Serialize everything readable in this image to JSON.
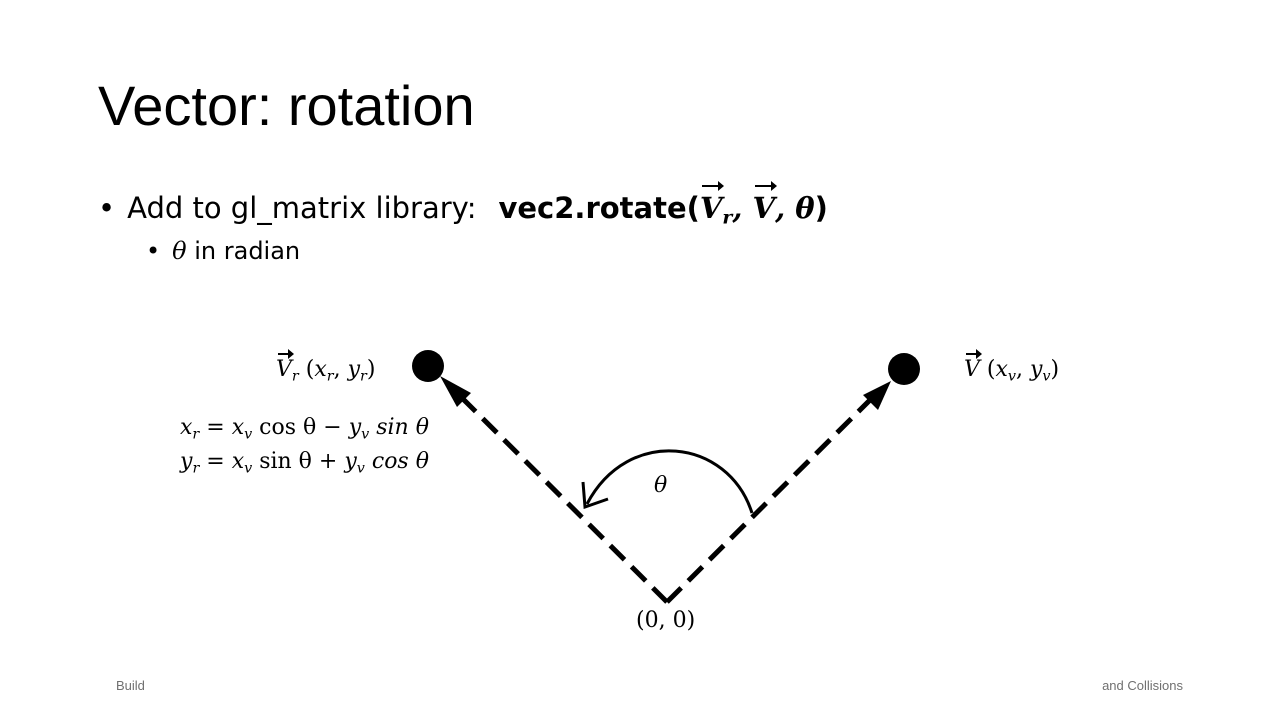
{
  "slide": {
    "title": "Vector: rotation",
    "bullets": {
      "b1_text": "Add to gl_matrix library:",
      "b1_call_prefix": "vec2.rotate(",
      "b1_arg_vr": "V",
      "b1_arg_vr_sub": "r",
      "b1_sep1": ", ",
      "b1_arg_v": "V",
      "b1_sep2": ", ",
      "b1_arg_theta": "θ",
      "b1_call_suffix": ")",
      "b2_theta": "θ",
      "b2_text": " in radian"
    },
    "diagram": {
      "vr_label": "V",
      "vr_label_sub": "r",
      "vr_coord_open": " (",
      "vr_x": "x",
      "vr_x_sub": "r",
      "vr_comma": ", ",
      "vr_y": "y",
      "vr_y_sub": "r",
      "vr_coord_close": ")",
      "v_label": "V",
      "v_coord_open": "  (",
      "v_x": "x",
      "v_x_sub": "v",
      "v_comma": ", ",
      "v_y": "y",
      "v_y_sub": "v",
      "v_coord_close": ")",
      "theta": "θ",
      "origin": "(0, 0)",
      "eq1": {
        "lhs": "x",
        "lhs_sub": "r",
        "eq": " =  ",
        "t1": "x",
        "t1_sub": "v",
        "t1_fn": " cos θ − ",
        "t2": "y",
        "t2_sub": "v",
        "t2_fn": " sin θ"
      },
      "eq2": {
        "lhs": "y",
        "lhs_sub": "r",
        "eq": " =  ",
        "t1": "x",
        "t1_sub": "v",
        "t1_fn": " sin θ + ",
        "t2": "y",
        "t2_sub": "v",
        "t2_fn": " cos θ"
      }
    },
    "footer": {
      "left": "Build",
      "right": "and Collisions"
    },
    "colors": {
      "background": "#ffffff",
      "text": "#000000",
      "footer_text": "#707070"
    }
  }
}
